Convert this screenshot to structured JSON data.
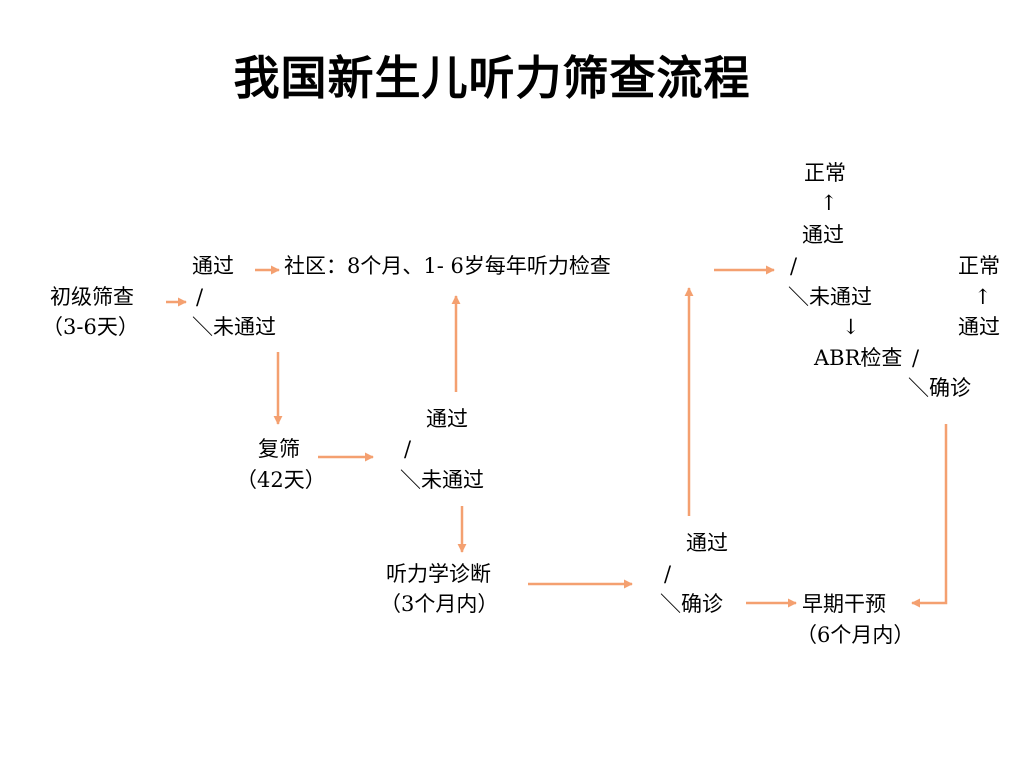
{
  "title": "我国新生儿听力筛查流程",
  "colors": {
    "arrow": "#f4a070",
    "text": "#000000",
    "background": "#ffffff"
  },
  "nodes": {
    "initial_screening": {
      "line1": "初级筛查",
      "line2": "（3-6天）"
    },
    "initial_result": {
      "pass": "通过",
      "slash": "/",
      "fail": "＼未通过"
    },
    "community": "社区：8个月、1- 6岁每年听力检查",
    "rescreen": {
      "line1": "复筛",
      "line2": "（42天）"
    },
    "rescreen_result": {
      "pass": "通过",
      "slash": "/",
      "fail": "＼未通过"
    },
    "diagnosis": {
      "line1": "听力学诊断",
      "line2": "（3个月内）"
    },
    "diagnosis_result": {
      "pass": "通过",
      "slash": "/",
      "confirm": "＼确诊"
    },
    "early_intervention": {
      "line1": "早期干预",
      "line2": "（6个月内）"
    },
    "community_result": {
      "normal": "正常",
      "up_arrow": "↑",
      "pass": "通过",
      "slash": "/",
      "fail": "＼未通过",
      "down_arrow": "↓"
    },
    "abr": {
      "label": "ABR检查",
      "slash": "/",
      "confirm": "＼确诊"
    },
    "abr_result": {
      "normal": "正常",
      "up_arrow": "↑",
      "pass": "通过"
    }
  }
}
